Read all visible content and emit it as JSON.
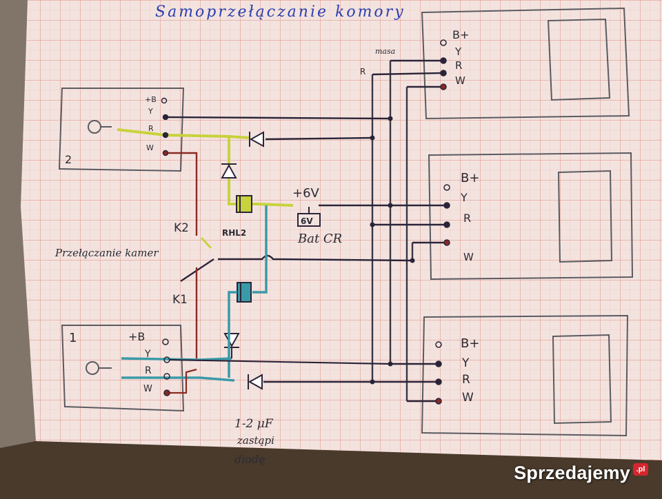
{
  "diagram": {
    "title": "Samoprzełączanie komory",
    "unit1": {
      "number": "1",
      "terminals": [
        "+B",
        "Y",
        "R",
        "W"
      ]
    },
    "unit2": {
      "number": "2",
      "terminals": [
        "+B",
        "Y",
        "R",
        "W"
      ]
    },
    "camera_top": {
      "terminals": [
        "B+",
        "Y",
        "R",
        "W"
      ]
    },
    "camera_mid": {
      "terminals": [
        "B+",
        "Y",
        "R",
        "W"
      ]
    },
    "camera_bottom": {
      "terminals": [
        "B+",
        "Y",
        "R",
        "W"
      ]
    },
    "masa_label": "masa",
    "r_label": "R",
    "k2_label": "K2",
    "k1_label": "K1",
    "relay_label": "RHL2",
    "voltage_label": "+6V",
    "battery_label": "6V",
    "battery_caption": "Bat CR",
    "switch_label": "Przełączanie kamer",
    "capacitor_note": [
      "1-2 μF",
      "zastąpi",
      "diodę"
    ]
  },
  "watermark": {
    "text": "Sprzedajemy",
    "badge": ".pl"
  },
  "colors": {
    "paper": "#f3e3df",
    "grid_minor": "#f0c0b6",
    "grid_major": "#dd8e80",
    "pencil": "#4a4a52",
    "dark_wire": "#2a2438",
    "yellow": "#c8d23c",
    "teal": "#3a9aa8",
    "red_brown": "#8a2a22",
    "blue_ink": "#2a3fb0"
  }
}
